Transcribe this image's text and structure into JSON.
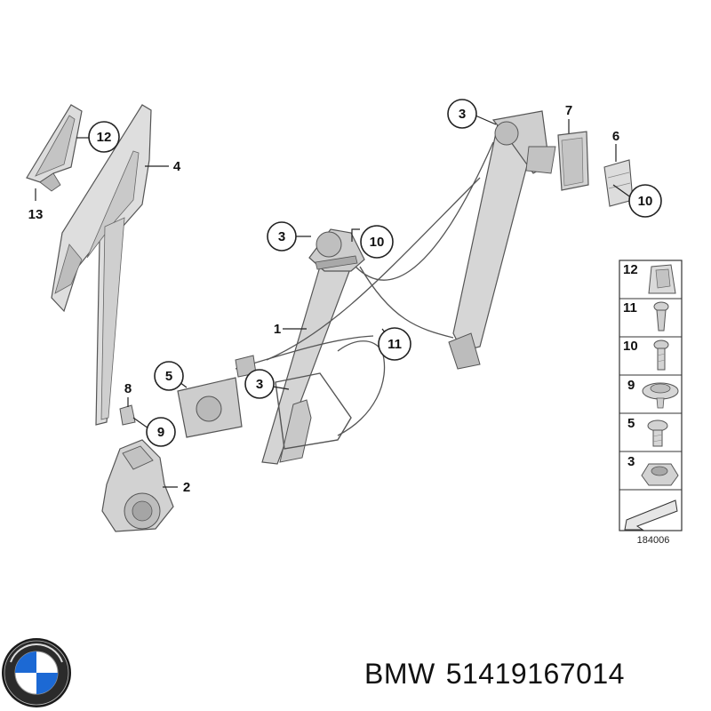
{
  "callouts": {
    "c1": "1",
    "c2": "2",
    "c3a": "3",
    "c3b": "3",
    "c3c": "3",
    "c4": "4",
    "c5": "5",
    "c6": "6",
    "c7": "7",
    "c8": "8",
    "c9": "9",
    "c10a": "10",
    "c10b": "10",
    "c11": "11",
    "c12": "12",
    "c13": "13"
  },
  "legend": {
    "items": [
      "12",
      "11",
      "10",
      "9",
      "5",
      "3"
    ]
  },
  "figure_number": "184006",
  "caption": {
    "brand": "BMW",
    "part_number": "51419167014"
  },
  "colors": {
    "part_fill": "#d6d6d6",
    "part_stroke": "#555555",
    "line": "#222222",
    "logo_blue": "#1c69d4"
  }
}
